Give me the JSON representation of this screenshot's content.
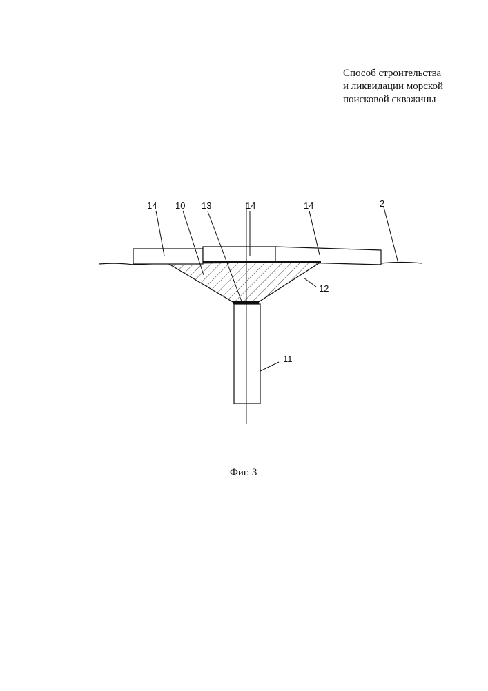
{
  "title": {
    "lines": [
      "Способ строительства",
      "и ликвидации морской",
      "поисковой скважины"
    ]
  },
  "figure": {
    "caption": "Фиг. 3",
    "labels": {
      "slab_left": "14",
      "cement_plug": "10",
      "seal_plate": "13",
      "slab_center": "14",
      "slab_right": "14",
      "seabed": "2",
      "cone": "12",
      "casing": "11"
    }
  }
}
